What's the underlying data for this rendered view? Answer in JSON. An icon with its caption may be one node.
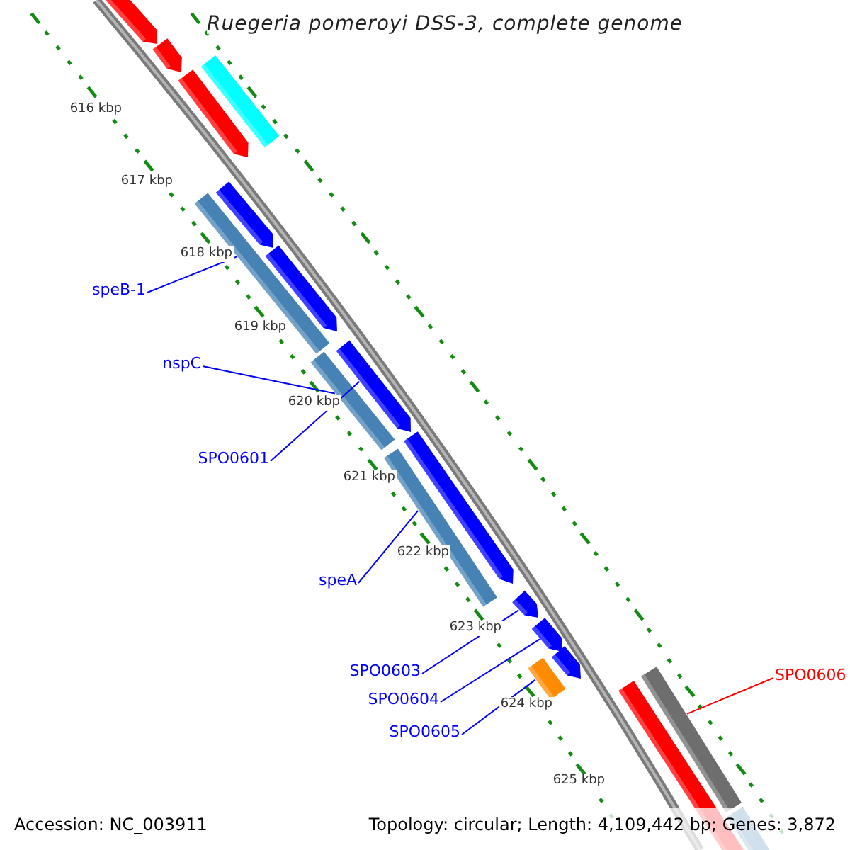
{
  "diagram": {
    "title": "Ruegeria pomeroyi DSS-3, complete genome",
    "nodes": [
      {
        "text": [],
        "shape": "bar"
      },
      {
        "text": [],
        "shape": "bar"
      },
      {
        "text": [],
        "shape": "bar"
      },
      {
        "text": [],
        "shape": "bar"
      },
      {
        "text": [],
        "shape": "bar"
      },
      {
        "text": [],
        "shape": "bar"
      },
      {
        "text": [],
        "shape": "bar"
      },
      {
        "text": [],
        "shape": "bar"
      },
      {
        "text": [],
        "shape": "bar"
      },
      {
        "text": [],
        "shape": "bar"
      },
      {
        "text": [],
        "shape": "bar"
      },
      {
        "text": [],
        "shape": "bar"
      },
      {
        "text": [],
        "shape": "bar"
      },
      {
        "text": [],
        "shape": "bar"
      },
      {
        "text": [],
        "shape": "bar"
      },
      {
        "text": [],
        "shape": "bar"
      },
      {
        "text": [],
        "shape": "bar"
      },
      {
        "text": [],
        "shape": "bar"
      },
      {
        "text": [
          "speB-1"
        ]
      },
      {
        "text": [
          "nspC"
        ]
      },
      {
        "text": [
          "SPO0601"
        ]
      },
      {
        "text": [
          "speA"
        ]
      },
      {
        "text": [
          "SPO0603"
        ]
      },
      {
        "text": [
          "SPO0604"
        ]
      },
      {
        "text": [
          "SPO0605"
        ]
      },
      {
        "text": [
          "SPO0606"
        ]
      }
    ],
    "edges": [
      {
        "from": 18,
        "to": 4,
        "arrow": "none"
      },
      {
        "from": 19,
        "to": 7,
        "arrow": "none"
      },
      {
        "from": 20,
        "to": 8,
        "arrow": "none"
      },
      {
        "from": 21,
        "to": 9,
        "arrow": "none"
      },
      {
        "from": 22,
        "to": 11,
        "arrow": "none"
      },
      {
        "from": 23,
        "to": 12,
        "arrow": "none"
      },
      {
        "from": 24,
        "to": 14,
        "arrow": "none"
      },
      {
        "from": 25,
        "to": 16,
        "arrow": "none",
        "color": "#ff0000"
      }
    ],
    "labels": [
      "616 kbp",
      "617 kbp",
      "618 kbp",
      "619 kbp",
      "620 kbp",
      "621 kbp",
      "622 kbp",
      "623 kbp",
      "624 kbp",
      "625 kbp",
      "Accession: NC_003911",
      "Topology: circular; Length: 4,109,442 bp; Genes: 3,872"
    ]
  }
}
